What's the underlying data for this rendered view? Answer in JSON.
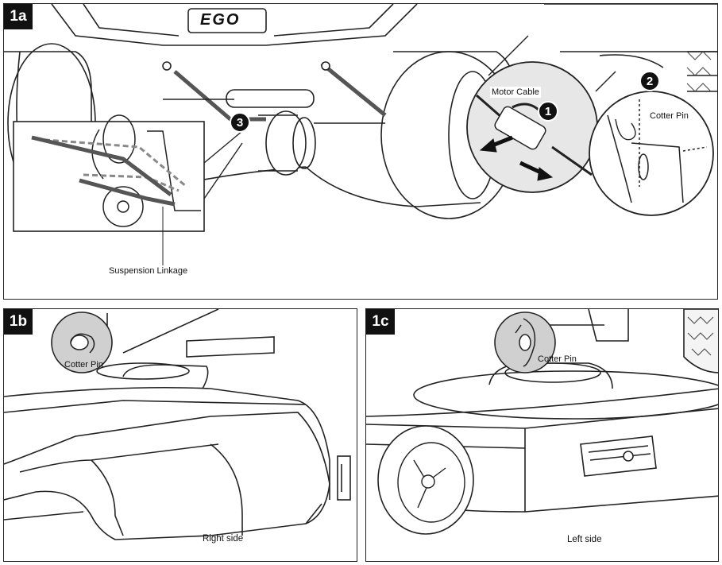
{
  "panel_1a": {
    "tag": "1a",
    "brand_logo": "EGO",
    "labels": {
      "motor_cable": "Motor Cable",
      "cotter_pin": "Cotter Pin",
      "suspension_linkage": "Suspension Linkage"
    },
    "steps": [
      "1",
      "2",
      "3"
    ]
  },
  "panel_1b": {
    "tag": "1b",
    "cotter_pin": "Cotter Pin",
    "caption": "Right side"
  },
  "panel_1c": {
    "tag": "1c",
    "cotter_pin": "Cotter Pin",
    "caption": "Left side"
  }
}
